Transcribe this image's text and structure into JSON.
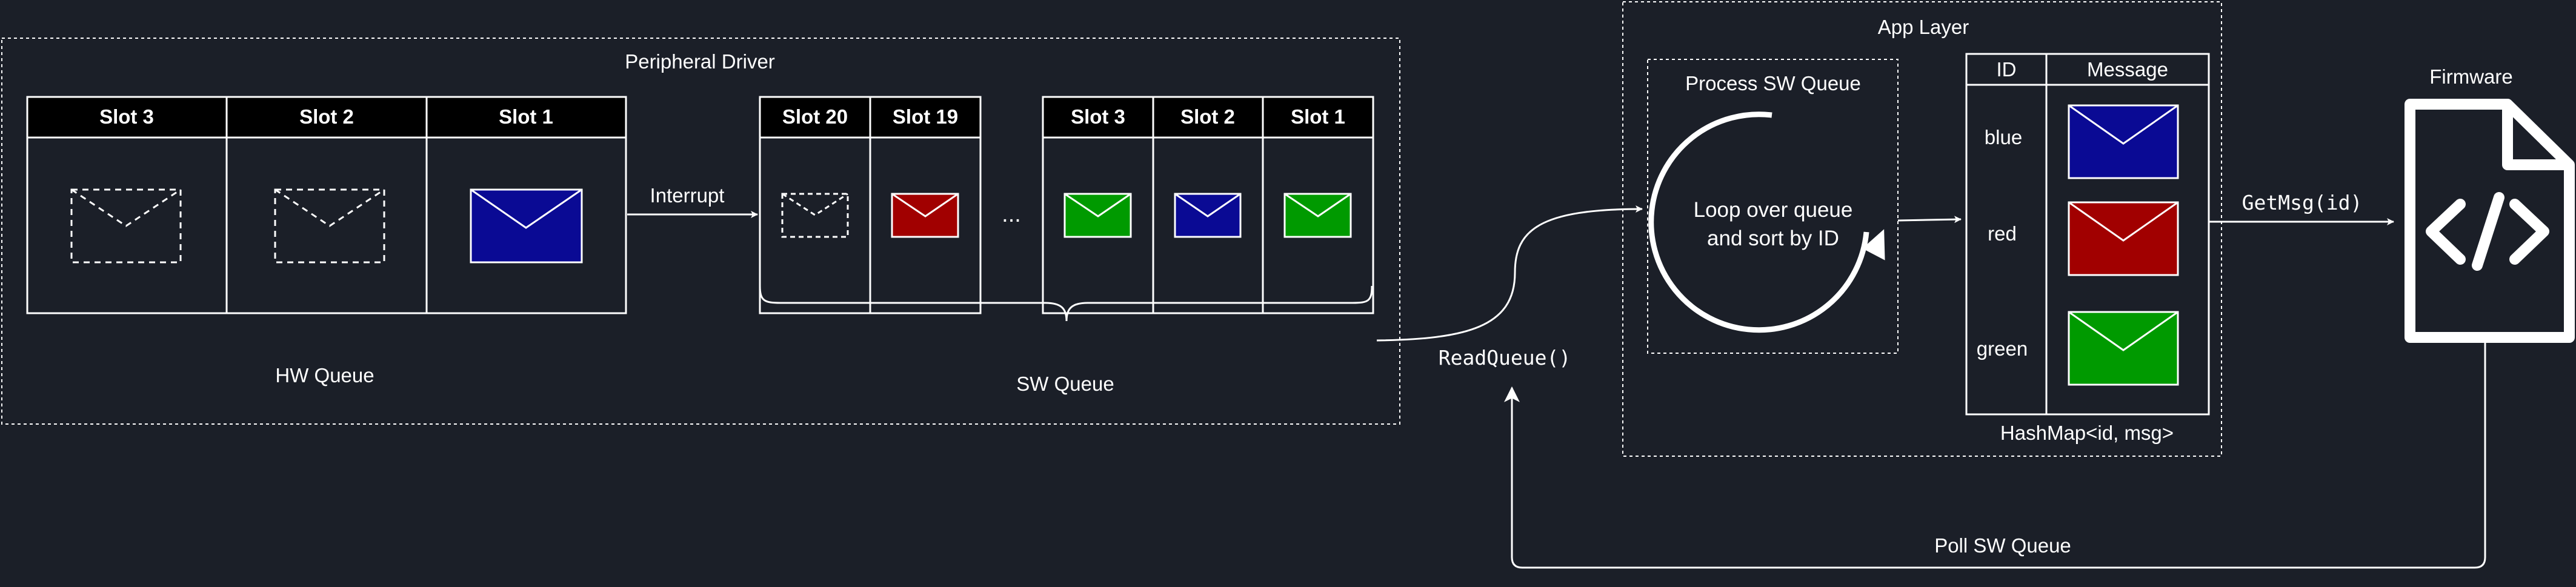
{
  "peripheral_driver": {
    "title": "Peripheral Driver",
    "hw_queue": {
      "label": "HW Queue",
      "slots": [
        {
          "label": "Slot 3",
          "message": "empty"
        },
        {
          "label": "Slot 2",
          "message": "empty"
        },
        {
          "label": "Slot 1",
          "color": "#0a0a94"
        }
      ]
    },
    "interrupt_label": "Interrupt",
    "sw_queue": {
      "label": "SW Queue",
      "ellipsis": "...",
      "left_slots": [
        {
          "label": "Slot 20",
          "message": "empty"
        },
        {
          "label": "Slot 19",
          "color": "#a10000"
        }
      ],
      "right_slots": [
        {
          "label": "Slot 3",
          "color": "#009a00"
        },
        {
          "label": "Slot 2",
          "color": "#0a0a94"
        },
        {
          "label": "Slot 1",
          "color": "#009a00"
        }
      ]
    }
  },
  "read_queue_label": "ReadQueue()",
  "app_layer": {
    "title": "App Layer",
    "process": {
      "title": "Process SW Queue",
      "line1": "Loop over queue",
      "line2": "and sort by ID"
    },
    "hashmap": {
      "caption": "HashMap<id, msg>",
      "header_id": "ID",
      "header_message": "Message",
      "rows": [
        {
          "id": "blue",
          "color": "#0a0a94"
        },
        {
          "id": "red",
          "color": "#a10000"
        },
        {
          "id": "green",
          "color": "#009a00"
        }
      ]
    }
  },
  "getmsg_label": "GetMsg(id)",
  "firmware": {
    "title": "Firmware",
    "icon": "code-file-icon"
  },
  "poll_label": "Poll SW Queue",
  "colors": {
    "background": "#1b1f28",
    "stroke": "#ffffff",
    "blue": "#0a0a94",
    "red": "#a10000",
    "green": "#009a00"
  }
}
